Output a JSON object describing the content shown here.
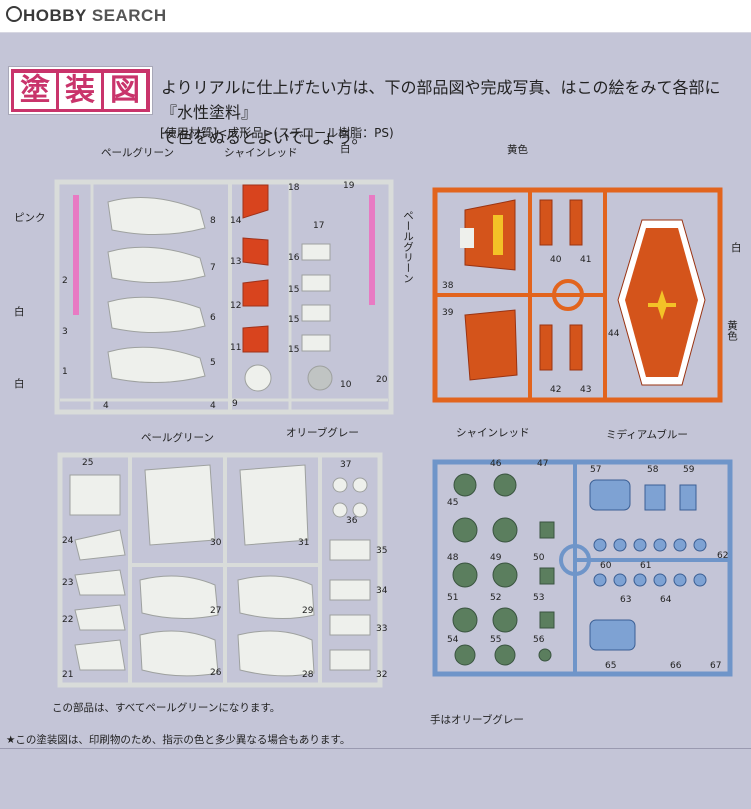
{
  "header": {
    "logo_hobby": "HOBBY",
    "logo_search": "SEARCH"
  },
  "title": {
    "chars": [
      "塗",
      "装",
      "図"
    ]
  },
  "intro": {
    "line1": "よりリアルに仕上げたい方は、下の部品図や完成写真、はこの絵をみて各部に『水性塗料』",
    "line2": "で色をぬるとよいでしょう。"
  },
  "material": "[使用材質]<成形品>(スチロール樹脂：PS)",
  "runner1": {
    "labels": {
      "pale_green": "ペールグリーン",
      "shine_red": "シャインレッド",
      "white_top": "白",
      "pink": "ピンク",
      "white_left1": "白",
      "white_left2": "白",
      "olive_gray": "オリーブグレー"
    },
    "numbers": [
      "1",
      "2",
      "3",
      "4",
      "4",
      "5",
      "6",
      "7",
      "8",
      "9",
      "10",
      "11",
      "12",
      "13",
      "14",
      "15",
      "15",
      "15",
      "16",
      "17",
      "18",
      "19",
      "20"
    ],
    "colors": {
      "frame": "#e2e6e3",
      "part": "#eef0ec",
      "red": "#d8441e",
      "pink": "#e87ac3"
    }
  },
  "runner2": {
    "labels": {
      "yellow": "黄色",
      "pale_green_v": "ペールグリーン",
      "white_right": "白",
      "yellow_right": "黄色",
      "shine_red_bottom": "シャインレッド"
    },
    "numbers": [
      "38",
      "39",
      "40",
      "41",
      "42",
      "43",
      "44"
    ],
    "colors": {
      "frame": "#e2641d",
      "part": "#d4541b",
      "yellow": "#f3c227"
    }
  },
  "runner3": {
    "labels": {
      "pale_green": "ペールグリーン"
    },
    "numbers": [
      "21",
      "22",
      "23",
      "24",
      "25",
      "26",
      "27",
      "28",
      "29",
      "30",
      "31",
      "32",
      "33",
      "34",
      "35",
      "36",
      "37"
    ],
    "footnote": "この部品は、すべてペールグリーンになります。",
    "colors": {
      "frame": "#e2e6e3",
      "part": "#eef0ec"
    }
  },
  "runner4": {
    "labels": {
      "medium_blue": "ミディアムブルー",
      "hands": "手はオリーブグレー"
    },
    "numbers": [
      "45",
      "46",
      "47",
      "48",
      "49",
      "50",
      "51",
      "52",
      "53",
      "54",
      "55",
      "56",
      "57",
      "58",
      "59",
      "60",
      "61",
      "62",
      "63",
      "64",
      "65",
      "66",
      "67"
    ],
    "colors": {
      "frame": "#6f95c9",
      "part": "#7ea2d3",
      "olive": "#5b7e5e"
    }
  },
  "caution": "★この塗装図は、印刷物のため、指示の色と多少異なる場合もあります。"
}
